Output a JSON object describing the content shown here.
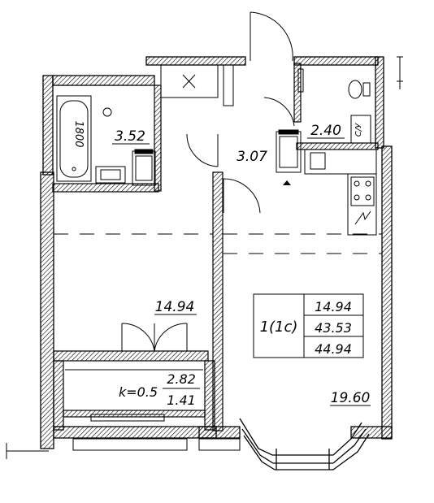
{
  "rooms": {
    "bathroom_area": "3.52",
    "toilet_area": "2.40",
    "hall_area": "3.07",
    "bedroom_area": "14.94",
    "living_kitchen_area": "19.60",
    "balcony_area": "2.82",
    "balcony_reduced_area": "1.41",
    "balcony_coefficient": "k=0.5"
  },
  "bathtub_length": "1800",
  "toilet_label": "С/У",
  "summary": {
    "apartment_type": "1(1с)",
    "living_area": "14.94",
    "total_area_without_balcony": "43.53",
    "total_area": "44.94"
  },
  "colors": {
    "line": "#000000",
    "wall_fill": "#ffffff",
    "background": "#ffffff"
  }
}
